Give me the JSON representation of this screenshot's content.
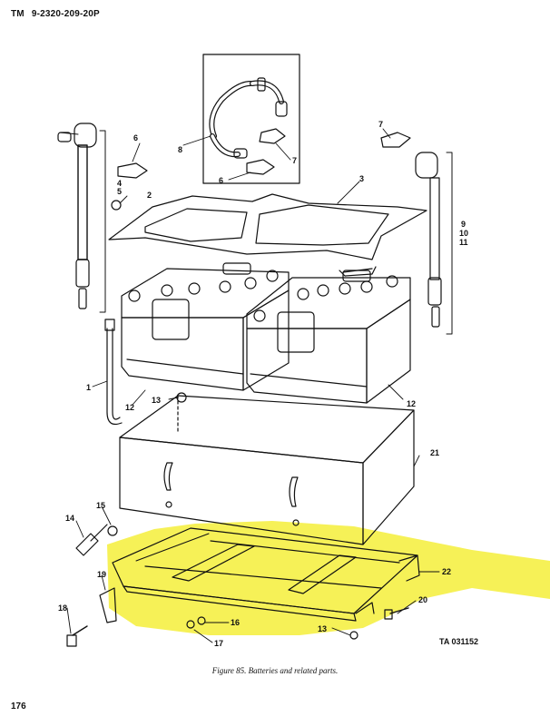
{
  "header": {
    "tm_prefix": "TM",
    "tm_number": "9-2320-209-20P"
  },
  "callouts": {
    "c1": "1",
    "c2": "2",
    "c3": "3",
    "c4": "4",
    "c5": "5",
    "c6a": "6",
    "c6b": "6",
    "c7a": "7",
    "c7b": "7",
    "c8": "8",
    "c9": "9",
    "c10": "10",
    "c11": "11",
    "c12a": "12",
    "c12b": "12",
    "c13a": "13",
    "c13b": "13",
    "c14": "14",
    "c15": "15",
    "c16": "16",
    "c17": "17",
    "c18": "18",
    "c19": "19",
    "c20": "20",
    "c21": "21",
    "c22": "22"
  },
  "ta_number": "TA 031152",
  "caption": "Figure 85.  Batteries and related parts.",
  "page_number": "176",
  "highlight_color": "#f5ef3a"
}
